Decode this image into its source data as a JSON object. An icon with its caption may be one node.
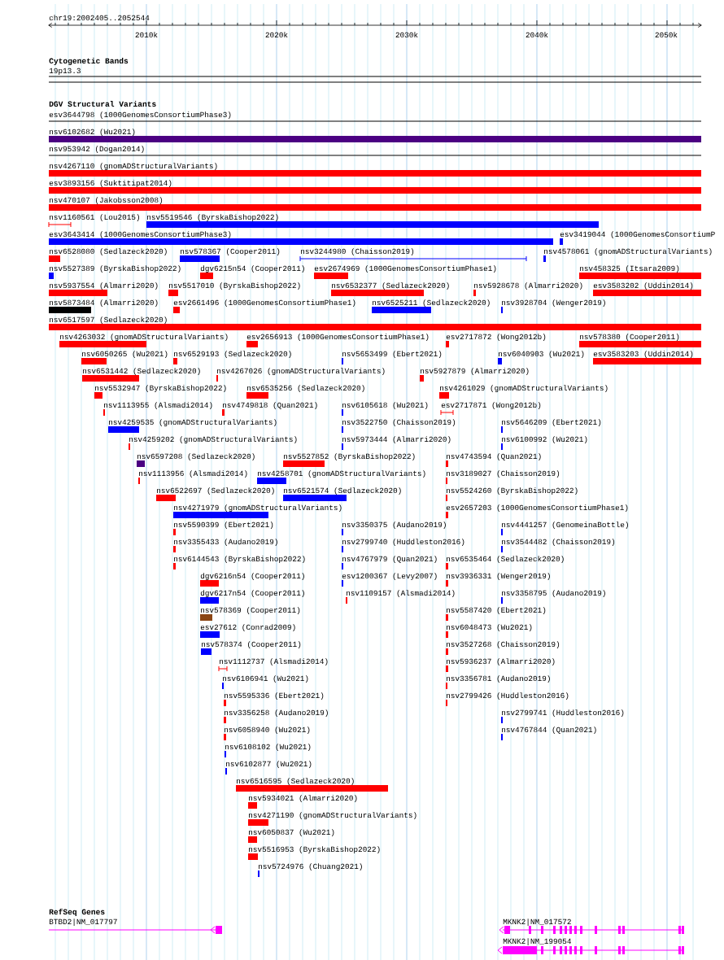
{
  "diagram": {
    "nodes": [
      {
        "text": [
          "esv3644798 (1000GenomesConsortiumPhase3)"
        ]
      },
      {
        "text": [
          "nsv6102682 (Wu2021)"
        ]
      },
      {
        "text": [
          "nsv953942 (Dogan2014)"
        ]
      },
      {
        "text": [
          "nsv4267110 (gnomADStructuralVariants)"
        ]
      },
      {
        "text": [
          "esv3893156 (Suktitipat2014)"
        ]
      },
      {
        "text": [
          "nsv470107 (Jakobsson2008)"
        ]
      },
      {
        "text": [
          "nsv1160561 (Lou2015)"
        ]
      },
      {
        "text": [
          "nsv5519546 (ByrskaBishop2022)"
        ]
      },
      {
        "text": [
          "esv3643414 (1000GenomesConsortiumPhase3)"
        ]
      },
      {
        "text": [
          "esv3419044 (1000GenomesConsortiumP"
        ]
      },
      {
        "text": [
          "nsv6528080 (Sedlazeck2020)"
        ]
      },
      {
        "text": [
          "nsv578367 (Cooper2011)"
        ]
      },
      {
        "text": [
          "nsv3244980 (Chaisson2019)"
        ]
      },
      {
        "text": [
          "nsv4578061 (gnomADStructuralVariants)"
        ]
      },
      {
        "text": [
          "nsv5527389 (ByrskaBishop2022)"
        ]
      },
      {
        "text": [
          "dgv6215n54 (Cooper2011)"
        ]
      },
      {
        "text": [
          "esv2674969 (1000GenomesConsortiumPhase1)"
        ]
      },
      {
        "text": [
          "nsv458325 (Itsara2009)"
        ]
      },
      {
        "text": [
          "nsv5937554 (Almarri2020)"
        ]
      },
      {
        "text": [
          "nsv5517010 (ByrskaBishop2022)"
        ]
      },
      {
        "text": [
          "nsv6532377 (Sedlazeck2020)"
        ]
      },
      {
        "text": [
          "nsv5928678 (Almarri2020)"
        ]
      },
      {
        "text": [
          "esv3583202 (Uddin2014)"
        ]
      },
      {
        "text": [
          "nsv5873484 (Almarri2020)"
        ]
      },
      {
        "text": [
          "esv2661496 (1000GenomesConsortiumPhase1)"
        ]
      },
      {
        "text": [
          "nsv6525211 (Sedlazeck2020)"
        ]
      },
      {
        "text": [
          "nsv3928704 (Wenger2019)"
        ]
      },
      {
        "text": [
          "nsv6517597 (Sedlazeck2020)"
        ]
      },
      {
        "text": [
          "nsv4263032 (gnomADStructuralVariants)"
        ]
      },
      {
        "text": [
          "esv2656913 (1000GenomesConsortiumPhase1)"
        ]
      },
      {
        "text": [
          "esv2717872 (Wong2012b)"
        ]
      },
      {
        "text": [
          "nsv578380 (Cooper2011)"
        ]
      },
      {
        "text": [
          "nsv6050265 (Wu2021)"
        ]
      },
      {
        "text": [
          "nsv6529193 (Sedlazeck2020)"
        ]
      },
      {
        "text": [
          "nsv5653499 (Ebert2021)"
        ]
      },
      {
        "text": [
          "nsv6040903 (Wu2021)"
        ]
      },
      {
        "text": [
          "esv3583203 (Uddin2014)"
        ]
      },
      {
        "text": [
          "nsv6531442 (Sedlazeck2020)"
        ]
      },
      {
        "text": [
          "nsv4267026 (gnomADStructuralVariants)"
        ]
      },
      {
        "text": [
          "nsv5927879 (Almarri2020)"
        ]
      },
      {
        "text": [
          "nsv5532947 (ByrskaBishop2022)"
        ]
      },
      {
        "text": [
          "nsv6535256 (Sedlazeck2020)"
        ]
      },
      {
        "text": [
          "nsv4261029 (gnomADStructuralVariants)"
        ]
      },
      {
        "text": [
          "nsv1113955 (Alsmadi2014)"
        ]
      },
      {
        "text": [
          "nsv4749818 (Quan2021)"
        ]
      },
      {
        "text": [
          "nsv6105618 (Wu2021)"
        ]
      },
      {
        "text": [
          "esv2717871 (Wong2012b)"
        ]
      },
      {
        "text": [
          "nsv4259535 (gnomADStructuralVariants)"
        ]
      },
      {
        "text": [
          "nsv3522750 (Chaisson2019)"
        ]
      },
      {
        "text": [
          "nsv5646209 (Ebert2021)"
        ]
      },
      {
        "text": [
          "nsv4259202 (gnomADStructuralVariants)"
        ]
      },
      {
        "text": [
          "nsv5973444 (Almarri2020)"
        ]
      },
      {
        "text": [
          "nsv6100992 (Wu2021)"
        ]
      },
      {
        "text": [
          "nsv6597208 (Sedlazeck2020)"
        ]
      },
      {
        "text": [
          "nsv5527852 (ByrskaBishop2022)"
        ]
      },
      {
        "text": [
          "nsv4743594 (Quan2021)"
        ]
      },
      {
        "text": [
          "nsv1113956 (Alsmadi2014)"
        ]
      },
      {
        "text": [
          "nsv4258701 (gnomADStructuralVariants)"
        ]
      },
      {
        "text": [
          "nsv3189027 (Chaisson2019)"
        ]
      },
      {
        "text": [
          "nsv6522697 (Sedlazeck2020)"
        ]
      },
      {
        "text": [
          "nsv6521574 (Sedlazeck2020)"
        ]
      },
      {
        "text": [
          "nsv5524260 (ByrskaBishop2022)"
        ]
      },
      {
        "text": [
          "nsv4271979 (gnomADStructuralVariants)"
        ]
      },
      {
        "text": [
          "esv2657203 (1000GenomesConsortiumPhase1)"
        ]
      },
      {
        "text": [
          "nsv5590399 (Ebert2021)"
        ]
      },
      {
        "text": [
          "nsv3350375 (Audano2019)"
        ]
      },
      {
        "text": [
          "nsv4441257 (GenomeinaBottle)"
        ]
      },
      {
        "text": [
          "nsv3355433 (Audano2019)"
        ]
      },
      {
        "text": [
          "nsv2799740 (Huddleston2016)"
        ]
      },
      {
        "text": [
          "nsv3544482 (Chaisson2019)"
        ]
      },
      {
        "text": [
          "nsv6144543 (ByrskaBishop2022)"
        ]
      },
      {
        "text": [
          "nsv4767979 (Quan2021)"
        ]
      },
      {
        "text": [
          "nsv6535464 (Sedlazeck2020)"
        ]
      },
      {
        "text": [
          "dgv6216n54 (Cooper2011)"
        ]
      },
      {
        "text": [
          "esv1200367 (Levy2007)"
        ]
      },
      {
        "text": [
          "nsv3936331 (Wenger2019)"
        ]
      },
      {
        "text": [
          "dgv6217n54 (Cooper2011)"
        ]
      },
      {
        "text": [
          "nsv1109157 (Alsmadi2014)"
        ]
      },
      {
        "text": [
          "nsv3358795 (Audano2019)"
        ]
      },
      {
        "text": [
          "nsv578369 (Cooper2011)"
        ]
      },
      {
        "text": [
          "nsv5587420 (Ebert2021)"
        ]
      },
      {
        "text": [
          "esv27612 (Conrad2009)"
        ]
      },
      {
        "text": [
          "nsv6048473 (Wu2021)"
        ]
      },
      {
        "text": [
          "nsv578374 (Cooper2011)"
        ]
      },
      {
        "text": [
          "nsv3527268 (Chaisson2019)"
        ]
      },
      {
        "text": [
          "nsv1112737 (Alsmadi2014)"
        ]
      },
      {
        "text": [
          "nsv5936237 (Almarri2020)"
        ]
      },
      {
        "text": [
          "nsv6106941 (Wu2021)"
        ]
      },
      {
        "text": [
          "nsv3356781 (Audano2019)"
        ]
      },
      {
        "text": [
          "nsv5595336 (Ebert2021)"
        ]
      },
      {
        "text": [
          "nsv2799426 (Huddleston2016)"
        ]
      },
      {
        "text": [
          "nsv3356258 (Audano2019)"
        ]
      },
      {
        "text": [
          "nsv2799741 (Huddleston2016)"
        ]
      },
      {
        "text": [
          "nsv6058940 (Wu2021)"
        ]
      },
      {
        "text": [
          "nsv4767844 (Quan2021)"
        ]
      },
      {
        "text": [
          "nsv6108102 (Wu2021)"
        ]
      },
      {
        "text": [
          "nsv6102877 (Wu2021)"
        ]
      },
      {
        "text": [
          "nsv6516595 (Sedlazeck2020)"
        ]
      },
      {
        "text": [
          "nsv5934021 (Almarri2020)"
        ]
      },
      {
        "text": [
          "nsv4271190 (gnomADStructuralVariants)"
        ]
      },
      {
        "text": [
          "nsv6050837 (Wu2021)"
        ]
      },
      {
        "text": [
          "nsv5516953 (ByrskaBishop2022)"
        ]
      },
      {
        "text": [
          "nsv5724976 (Chuang2021)"
        ]
      },
      {
        "text": [
          "BTBD2|NM_017797"
        ]
      },
      {
        "text": [
          "MKNK2|NM_017572"
        ]
      },
      {
        "text": [
          "MKNK2|NM_199054"
        ]
      }
    ],
    "labels": [
      "chr19:2002405..2052544",
      "2010k",
      "2020k",
      "2030k",
      "2040k",
      "2050k",
      "Cytogenetic Bands",
      "19p13.3",
      "DGV Structural Variants",
      "RefSeq Genes"
    ]
  }
}
